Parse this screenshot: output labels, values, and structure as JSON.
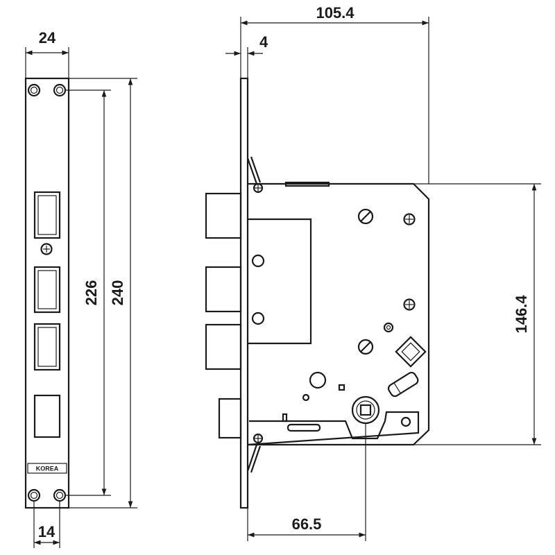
{
  "dimensions": {
    "faceplate_width": "24",
    "faceplate_thickness": "4",
    "overall_depth": "105.4",
    "hole_spacing": "226",
    "faceplate_length": "240",
    "case_height": "146.4",
    "backset": "66.5",
    "bottom_hole_offset": "14"
  },
  "faceplate": {
    "stamp": "KOREA"
  },
  "colors": {
    "line": "#1a1a1a",
    "background": "#ffffff"
  }
}
